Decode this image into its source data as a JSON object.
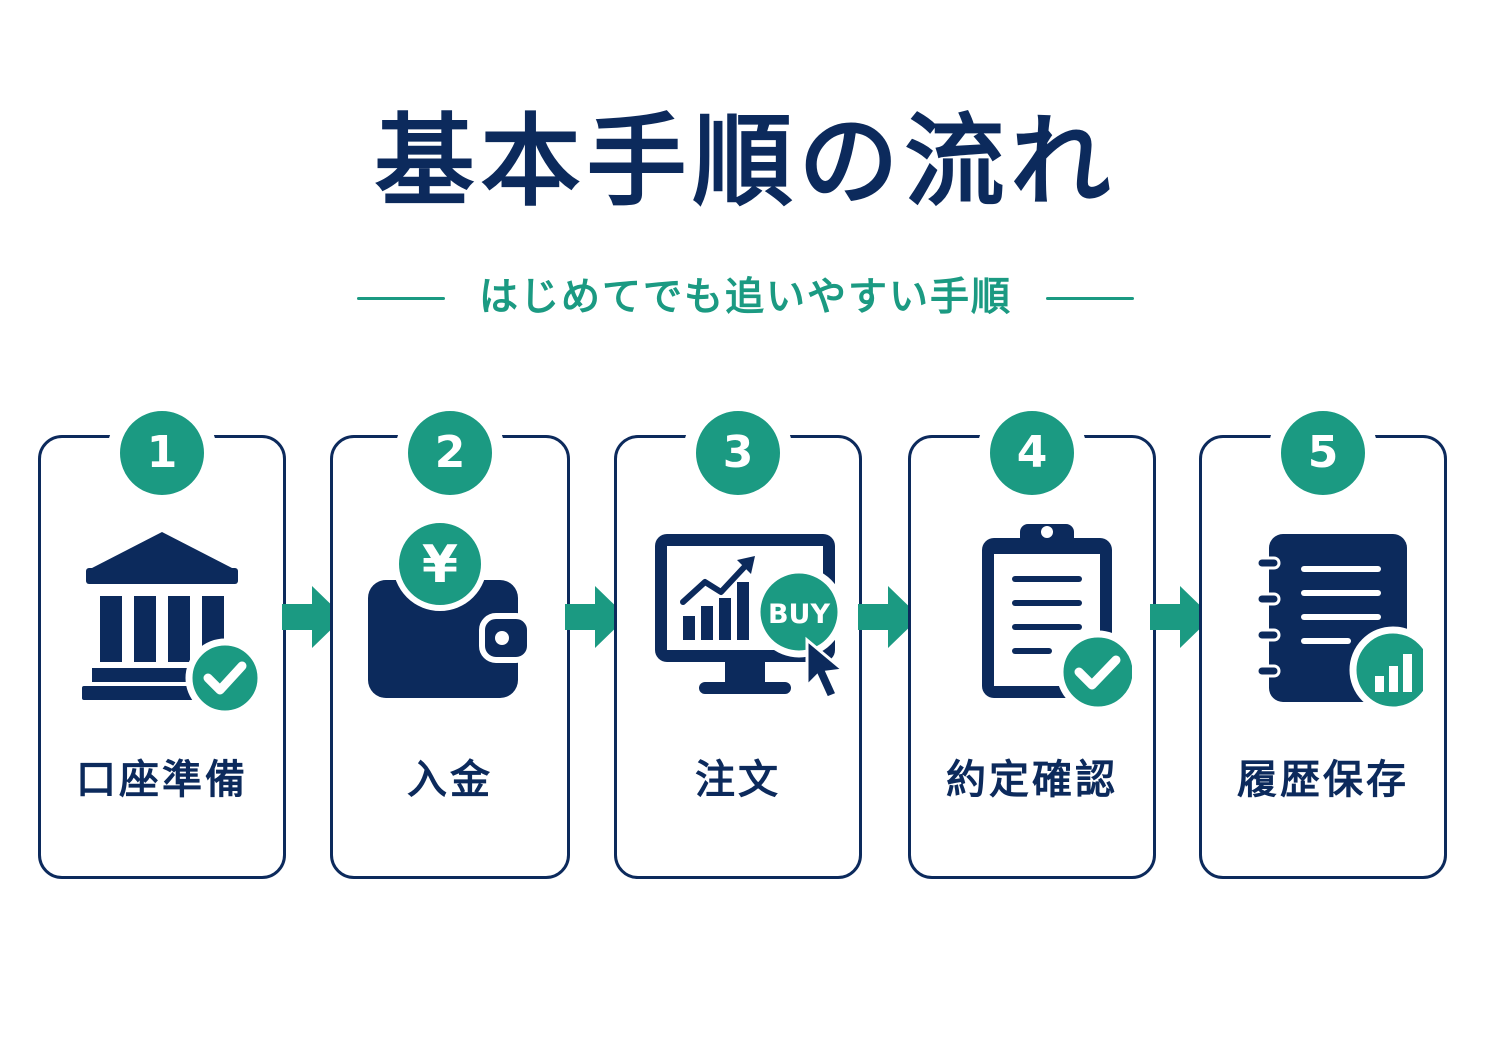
{
  "title": "基本手順の流れ",
  "subtitle": "はじめてでも追いやすい手順",
  "colors": {
    "navy": "#0c2a5c",
    "teal": "#1b9a82",
    "background": "#ffffff"
  },
  "steps": [
    {
      "number": "1",
      "label": "口座準備",
      "icon": "bank-check-icon"
    },
    {
      "number": "2",
      "label": "入金",
      "icon": "yen-wallet-icon"
    },
    {
      "number": "3",
      "label": "注文",
      "icon": "monitor-buy-icon",
      "button_text": "BUY"
    },
    {
      "number": "4",
      "label": "約定確認",
      "icon": "clipboard-check-icon"
    },
    {
      "number": "5",
      "label": "履歴保存",
      "icon": "notebook-chart-icon"
    }
  ],
  "currency_symbol": "¥"
}
